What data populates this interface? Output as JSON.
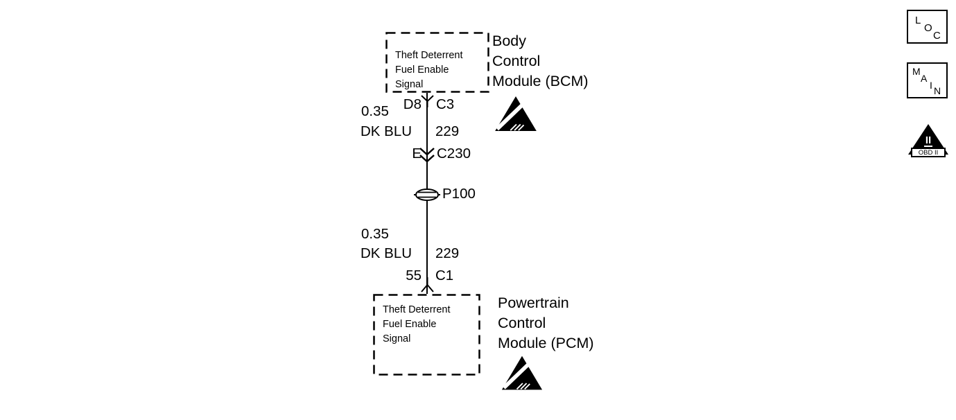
{
  "colors": {
    "ink": "#000000",
    "background": "#ffffff"
  },
  "bcm": {
    "signal": {
      "line1": "Theft Deterrent",
      "line2": "Fuel Enable",
      "line3": "Signal"
    },
    "module": {
      "line1": "Body",
      "line2": "Control",
      "line3": "Module (BCM)"
    },
    "pin": "D8",
    "connector": "C3"
  },
  "wire_upper": {
    "gauge": "0.35",
    "color": "DK BLU",
    "circuit": "229"
  },
  "inline": {
    "pin": "E",
    "connector": "C230"
  },
  "grommet": {
    "label": "P100"
  },
  "wire_lower": {
    "gauge": "0.35",
    "color": "DK BLU",
    "circuit": "229"
  },
  "pcm": {
    "pin": "55",
    "connector": "C1",
    "signal": {
      "line1": "Theft Deterrent",
      "line2": "Fuel Enable",
      "line3": "Signal"
    },
    "module": {
      "line1": "Powertrain",
      "line2": "Control",
      "line3": "Module (PCM)"
    }
  },
  "legend": {
    "loc": {
      "l1": "L",
      "l2": "O",
      "l3": "C"
    },
    "main": {
      "m1": "M",
      "m2": "A",
      "m3": "I",
      "m4": "N"
    },
    "obd": {
      "numeral": "II",
      "label": "OBD II"
    }
  }
}
